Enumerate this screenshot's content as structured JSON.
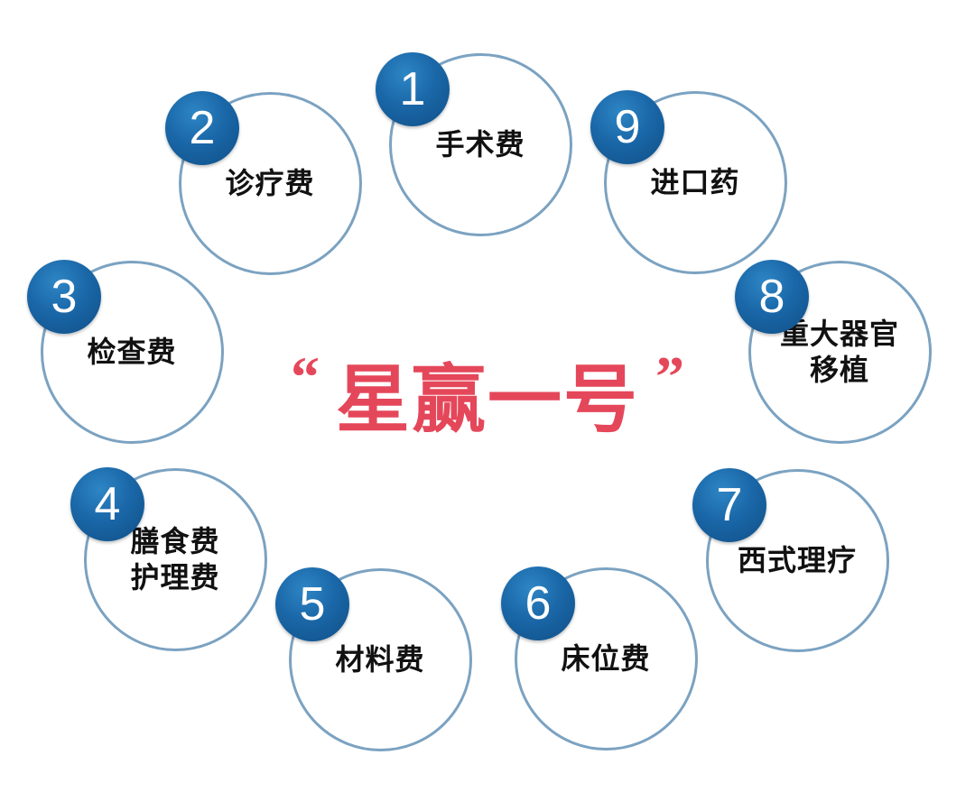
{
  "center": {
    "open_quote": "“",
    "title": "星赢一号",
    "close_quote": "”"
  },
  "items": [
    {
      "number": "1",
      "lines": [
        "手术费"
      ]
    },
    {
      "number": "2",
      "lines": [
        "诊疗费"
      ]
    },
    {
      "number": "3",
      "lines": [
        "检查费"
      ]
    },
    {
      "number": "4",
      "lines": [
        "膳食费",
        "护理费"
      ]
    },
    {
      "number": "5",
      "lines": [
        "材料费"
      ]
    },
    {
      "number": "6",
      "lines": [
        "床位费"
      ]
    },
    {
      "number": "7",
      "lines": [
        "西式理疗"
      ]
    },
    {
      "number": "8",
      "lines": [
        "重大器官",
        "移植"
      ]
    },
    {
      "number": "9",
      "lines": [
        "进口药"
      ]
    }
  ],
  "colors": {
    "ring": "#7ba2c1",
    "badge": "#1a67a8",
    "title": "#e5475a"
  }
}
